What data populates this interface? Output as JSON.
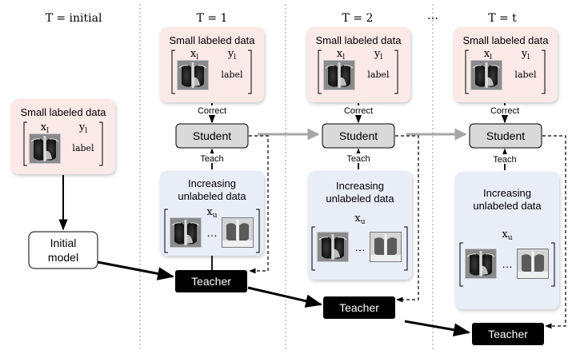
{
  "headers": {
    "initial": "T = initial",
    "t1": "T = 1",
    "t2": "T = 2",
    "dots": "…",
    "tt": "T = t"
  },
  "labeled": {
    "title": "Small labeled data",
    "x_sym": "x",
    "x_sub": "l",
    "y_sym": "y",
    "y_sub": "l",
    "label": "label"
  },
  "unlabeled": {
    "line1": "Increasing",
    "line2": "unlabeled data",
    "x_sym": "x",
    "x_sub": "u",
    "ellipsis": "…"
  },
  "nodes": {
    "initial_model_line1": "Initial",
    "initial_model_line2": "model",
    "student": "Student",
    "teacher": "Teacher"
  },
  "edges": {
    "correct": "Correct",
    "teach": "Teach"
  },
  "colors": {
    "labeled_bg": "#fbe9e7",
    "unlabeled_bg": "#e9edf8",
    "student_bg": "#d9d9d9",
    "teacher_bg": "#000000",
    "teacher_text": "#ffffff",
    "gray_arrow": "#a6a6a6",
    "divider": "#9a9a9a"
  },
  "icons": {
    "xray": "chest-xray-icon"
  }
}
